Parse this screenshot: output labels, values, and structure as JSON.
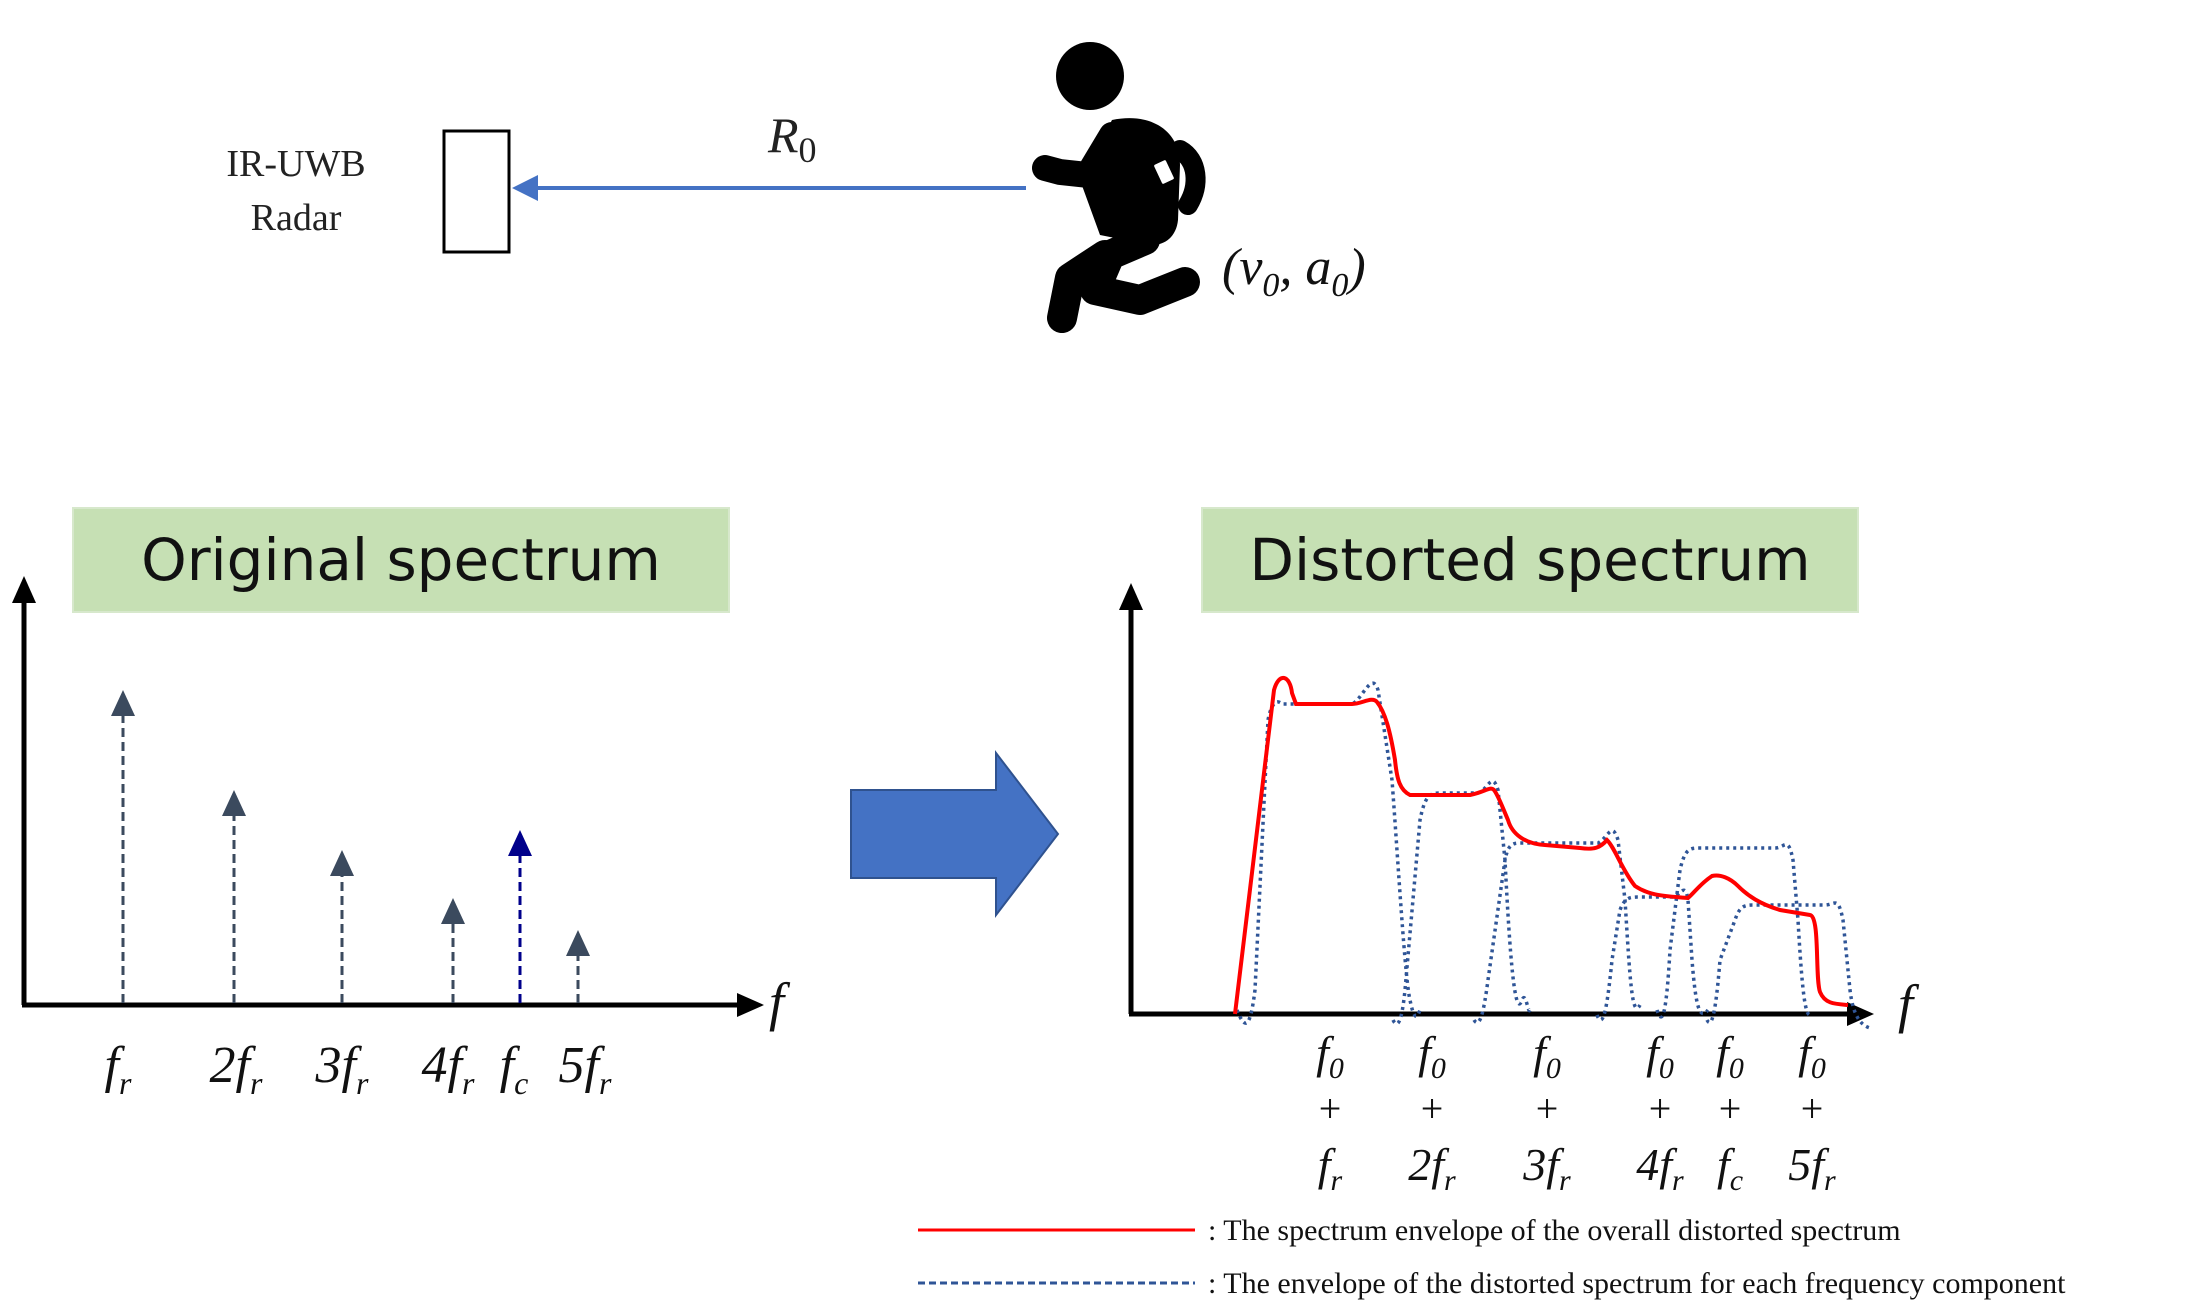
{
  "scene": {
    "radar_label_line1": "IR-UWB",
    "radar_label_line2": "Radar",
    "range_label_base": "R",
    "range_label_sub": "0",
    "target_state_label": "(v",
    "target_state_v_sub": "0",
    "target_state_sep": ", a",
    "target_state_a_sub": "0",
    "target_state_close": ")"
  },
  "original_spectrum": {
    "title": "Original spectrum",
    "axis_label": "f",
    "tick_labels": [
      {
        "main": "f",
        "sub": "r"
      },
      {
        "main": "2f",
        "sub": "r"
      },
      {
        "main": "3f",
        "sub": "r"
      },
      {
        "main": "4f",
        "sub": "r"
      },
      {
        "main": "f",
        "sub": "c"
      },
      {
        "main": "5f",
        "sub": "r"
      }
    ]
  },
  "distorted_spectrum": {
    "title": "Distorted spectrum",
    "axis_label": "f",
    "tick_labels": [
      {
        "top": "f",
        "top_sub": "0",
        "plus": "+",
        "main": "f",
        "sub": "r"
      },
      {
        "top": "f",
        "top_sub": "0",
        "plus": "+",
        "main": "2f",
        "sub": "r"
      },
      {
        "top": "f",
        "top_sub": "0",
        "plus": "+",
        "main": "3f",
        "sub": "r"
      },
      {
        "top": "f",
        "top_sub": "0",
        "plus": "+",
        "main": "4f",
        "sub": "r"
      },
      {
        "top": "f",
        "top_sub": "0",
        "plus": "+",
        "main": "f",
        "sub": "c"
      },
      {
        "top": "f",
        "top_sub": "0",
        "plus": "+",
        "main": "5f",
        "sub": "r"
      }
    ]
  },
  "legend": {
    "solid_label": ": The spectrum envelope of the overall distorted spectrum",
    "dashed_label": ": The envelope of the distorted spectrum for each frequency component"
  },
  "colors": {
    "arrow_blue": "#4472c4",
    "title_bg": "#c6e0b4",
    "stem_color": "#3b4a5e",
    "fc_color": "#00008b",
    "envelope_red": "#ff0000",
    "component_blue": "#2f5597"
  }
}
